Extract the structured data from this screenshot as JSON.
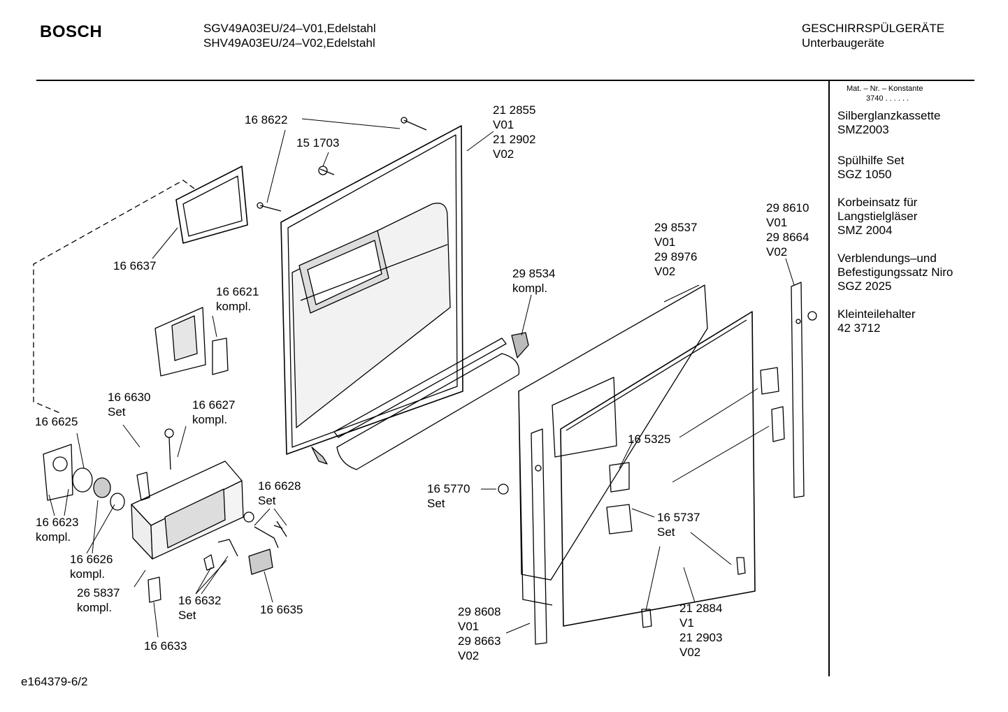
{
  "header": {
    "brand": "BOSCH",
    "models": [
      "SGV49A03EU/24–V01,Edelstahl",
      "SHV49A03EU/24–V02,Edelstahl"
    ],
    "category": "GESCHIRRSPÜLGERÄTE",
    "subcategory": "Unterbaugeräte"
  },
  "sidebar": {
    "mat_header": "Mat. – Nr. – Konstante",
    "mat_konst": "3740 . . . . . .",
    "accessories": [
      {
        "name": "Silberglanzkassette",
        "code": "SMZ2003"
      },
      {
        "name": "Spülhilfe Set",
        "code": "SGZ 1050"
      },
      {
        "name": "Korbeinsatz für",
        "name2": "Langstielgläser",
        "code": "SMZ 2004"
      },
      {
        "name": "Verblendungs–und",
        "name2": "Befestigungssatz Niro",
        "code": "SGZ 2025"
      },
      {
        "name": "Kleinteilehalter",
        "code": "42 3712"
      }
    ]
  },
  "parts": [
    {
      "id": "p168622",
      "lines": [
        "16 8622"
      ]
    },
    {
      "id": "p151703",
      "lines": [
        "15 1703"
      ]
    },
    {
      "id": "p212855",
      "lines": [
        "21 2855",
        "V01",
        "21 2902",
        "V02"
      ]
    },
    {
      "id": "p166637",
      "lines": [
        "16 6637"
      ]
    },
    {
      "id": "p166621",
      "lines": [
        "16 6621",
        "kompl."
      ]
    },
    {
      "id": "p298534",
      "lines": [
        "29 8534",
        "kompl."
      ]
    },
    {
      "id": "p298537",
      "lines": [
        "29 8537",
        "V01",
        "29 8976",
        "V02"
      ]
    },
    {
      "id": "p298610",
      "lines": [
        "29 8610",
        "V01",
        "29 8664",
        "V02"
      ]
    },
    {
      "id": "p166630",
      "lines": [
        "16 6630",
        "Set"
      ]
    },
    {
      "id": "p166627",
      "lines": [
        "16 6627",
        "kompl."
      ]
    },
    {
      "id": "p166625",
      "lines": [
        "16 6625"
      ]
    },
    {
      "id": "p165325",
      "lines": [
        "16 5325"
      ]
    },
    {
      "id": "p166628",
      "lines": [
        "16 6628",
        "Set"
      ]
    },
    {
      "id": "p165770",
      "lines": [
        "16 5770",
        "Set"
      ]
    },
    {
      "id": "p166623",
      "lines": [
        "16 6623",
        "kompl."
      ]
    },
    {
      "id": "p165737",
      "lines": [
        "16 5737",
        "Set"
      ]
    },
    {
      "id": "p166626",
      "lines": [
        "16 6626",
        "kompl."
      ]
    },
    {
      "id": "p265837",
      "lines": [
        "26 5837",
        "kompl."
      ]
    },
    {
      "id": "p166632",
      "lines": [
        "16 6632",
        "Set"
      ]
    },
    {
      "id": "p166635",
      "lines": [
        "16 6635"
      ]
    },
    {
      "id": "p212884",
      "lines": [
        "21 2884",
        "V1",
        "21 2903",
        "V02"
      ]
    },
    {
      "id": "p298608",
      "lines": [
        "29 8608",
        "V01",
        "29 8663",
        "V02"
      ]
    },
    {
      "id": "p166633",
      "lines": [
        "16 6633"
      ]
    }
  ],
  "footer": {
    "drawing_id": "e164379-6/2"
  }
}
